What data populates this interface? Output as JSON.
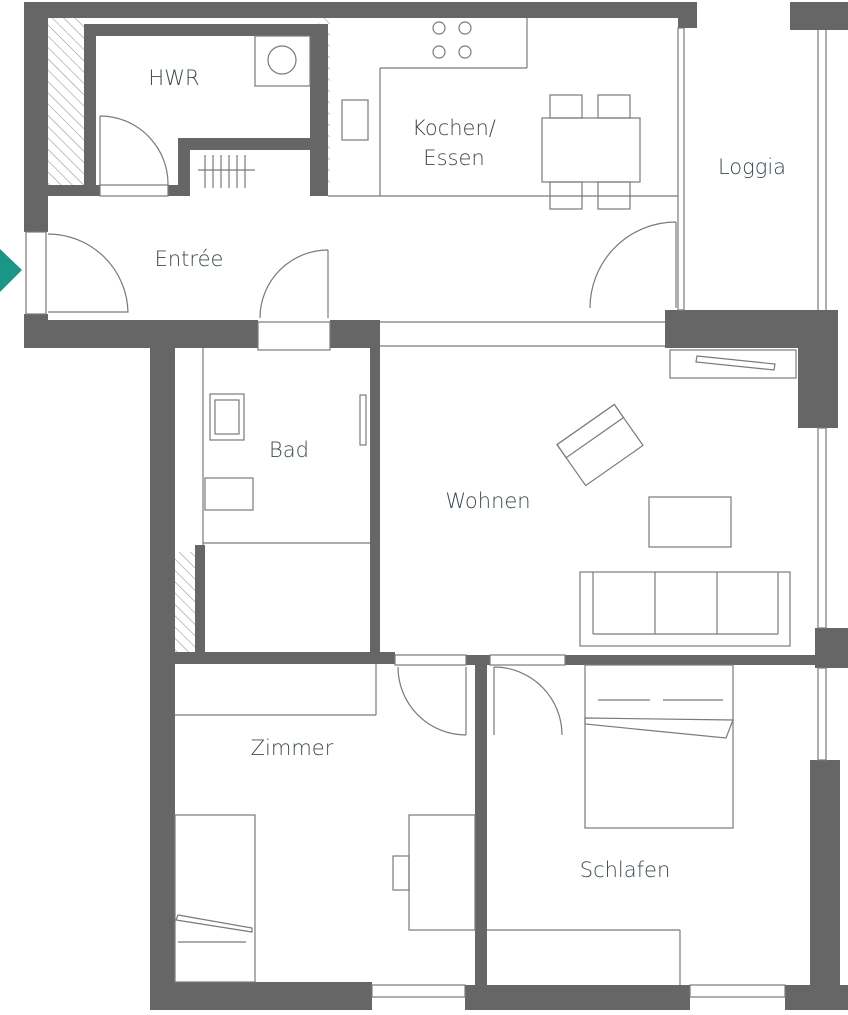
{
  "colors": {
    "wall": "#666666",
    "text": "#3d4a4f",
    "entry_arrow": "#1a9688"
  },
  "icons": [
    "entry-arrow-icon"
  ],
  "rooms": {
    "hwr": "HWR",
    "kochen": "Kochen/\nEssen",
    "loggia": "Loggia",
    "entree": "Entrée",
    "bad": "Bad",
    "wohnen": "Wohnen",
    "zimmer": "Zimmer",
    "schlafen": "Schlafen"
  }
}
